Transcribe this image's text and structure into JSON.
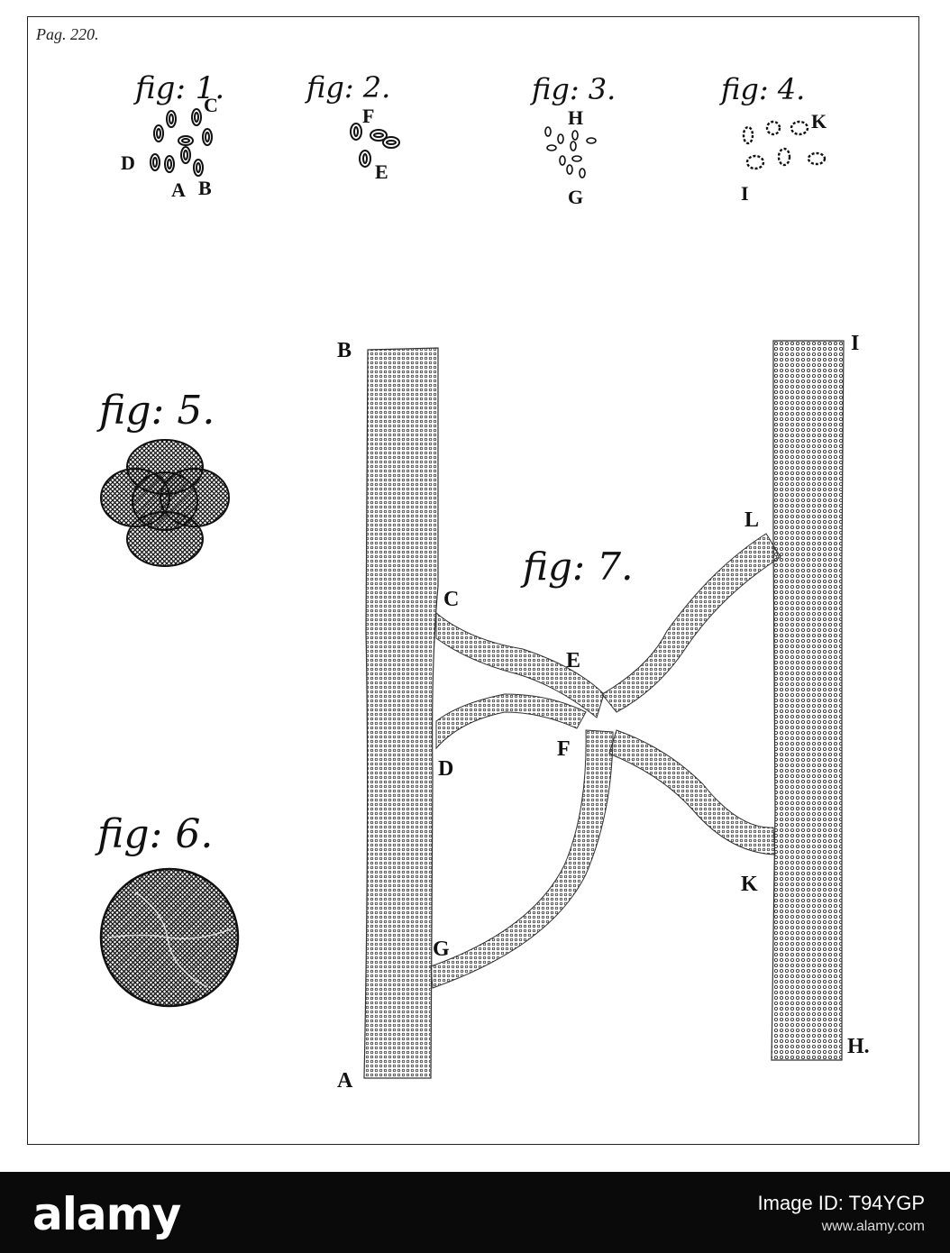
{
  "page_label": "Pag. 220.",
  "figures": {
    "fig1": {
      "title": "fig: 1.",
      "labels": {
        "A": "A",
        "B": "B",
        "C": "C",
        "D": "D"
      }
    },
    "fig2": {
      "title": "fig: 2.",
      "labels": {
        "E": "E",
        "F": "F"
      }
    },
    "fig3": {
      "title": "fig: 3.",
      "labels": {
        "G": "G",
        "H": "H"
      }
    },
    "fig4": {
      "title": "fig: 4.",
      "labels": {
        "I": "I",
        "K": "K"
      }
    },
    "fig5": {
      "title": "fig: 5."
    },
    "fig6": {
      "title": "fig: 6."
    },
    "fig7": {
      "title": "fig: 7.",
      "labels": {
        "A": "A",
        "B": "B",
        "C": "C",
        "D": "D",
        "E": "E",
        "F": "F",
        "G": "G",
        "H": "H.",
        "I": "I",
        "K": "K",
        "L": "L"
      }
    }
  },
  "watermark": {
    "logo": "alamy",
    "image_id": "Image ID: T94YGP",
    "url": "www.alamy.com"
  },
  "colors": {
    "ink": "#111111",
    "paper": "#ffffff",
    "footer": "#0a0a0a"
  }
}
